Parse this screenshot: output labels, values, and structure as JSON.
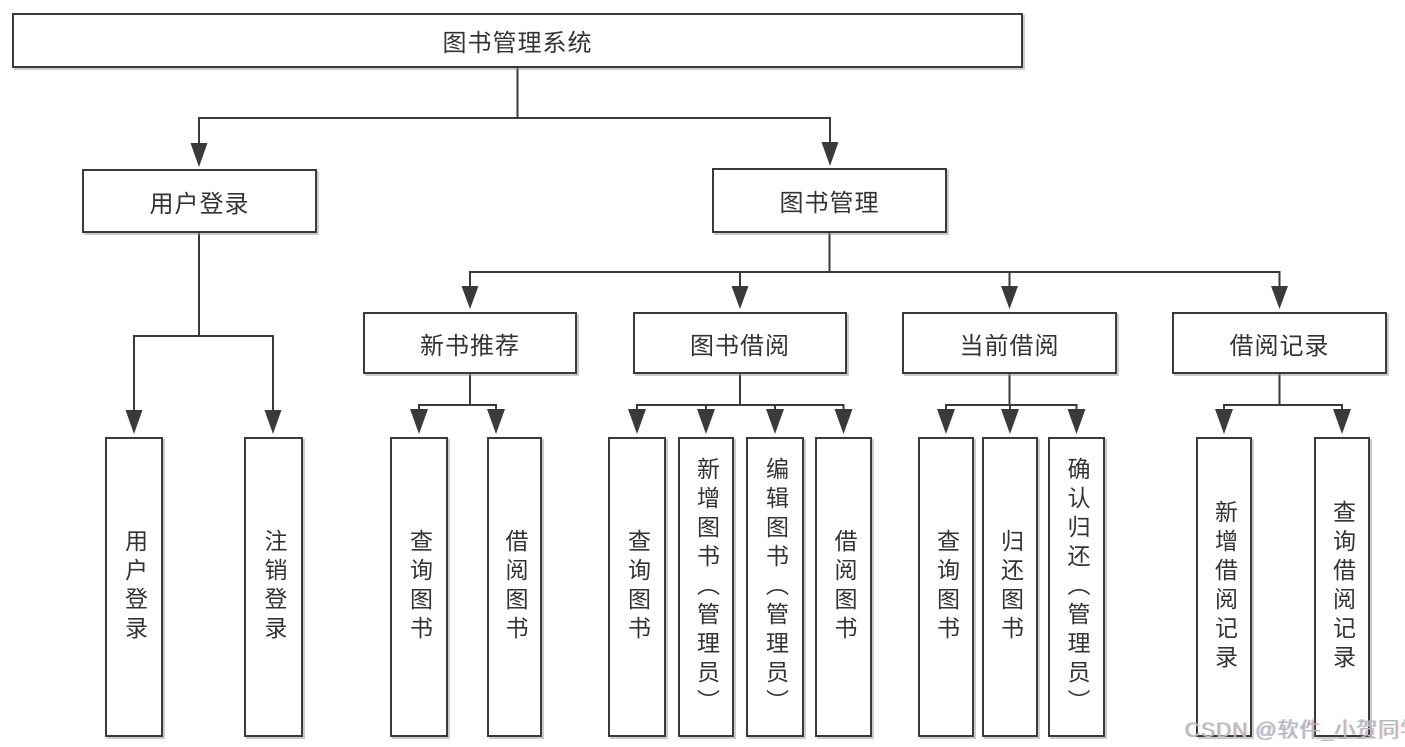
{
  "page": {
    "background_color": "#ffffff",
    "line_color": "#3a3a3a",
    "text_color": "#333333"
  },
  "diagram": {
    "root": {
      "label": "图书管理系统"
    },
    "branches": [
      {
        "label": "用户登录",
        "children": [
          {
            "label": "用户登录"
          },
          {
            "label": "注销登录"
          }
        ]
      },
      {
        "label": "图书管理",
        "children": [
          {
            "label": "新书推荐",
            "children": [
              {
                "label": "查询图书"
              },
              {
                "label": "借阅图书"
              }
            ]
          },
          {
            "label": "图书借阅",
            "children": [
              {
                "label": "查询图书"
              },
              {
                "label": "新增图书（管理员）"
              },
              {
                "label": "编辑图书（管理员）"
              },
              {
                "label": "借阅图书"
              }
            ]
          },
          {
            "label": "当前借阅",
            "children": [
              {
                "label": "查询图书"
              },
              {
                "label": "归还图书"
              },
              {
                "label": "确认归还（管理员）"
              }
            ]
          },
          {
            "label": "借阅记录",
            "children": [
              {
                "label": "新增借阅记录"
              },
              {
                "label": "查询借阅记录"
              }
            ]
          }
        ]
      }
    ]
  },
  "watermark": {
    "text": "CSDN @软件_小贺同学",
    "color": "#b5b9be"
  }
}
